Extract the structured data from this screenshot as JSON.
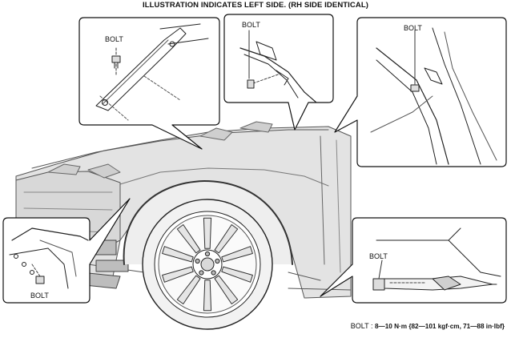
{
  "header": {
    "title": "ILLUSTRATION INDICATES LEFT SIDE. (RH SIDE IDENTICAL)"
  },
  "callouts": [
    {
      "id": "upper-left",
      "label": "BOLT"
    },
    {
      "id": "upper-middle",
      "label": "BOLT"
    },
    {
      "id": "upper-right",
      "label": "BOLT"
    },
    {
      "id": "lower-left",
      "label": "BOLT"
    },
    {
      "id": "lower-right",
      "label": "BOLT"
    }
  ],
  "torque_spec": {
    "label": "BOLT :",
    "value": "8—10 N·m {82—101 kgf·cm, 71—88 in·lbf}"
  }
}
